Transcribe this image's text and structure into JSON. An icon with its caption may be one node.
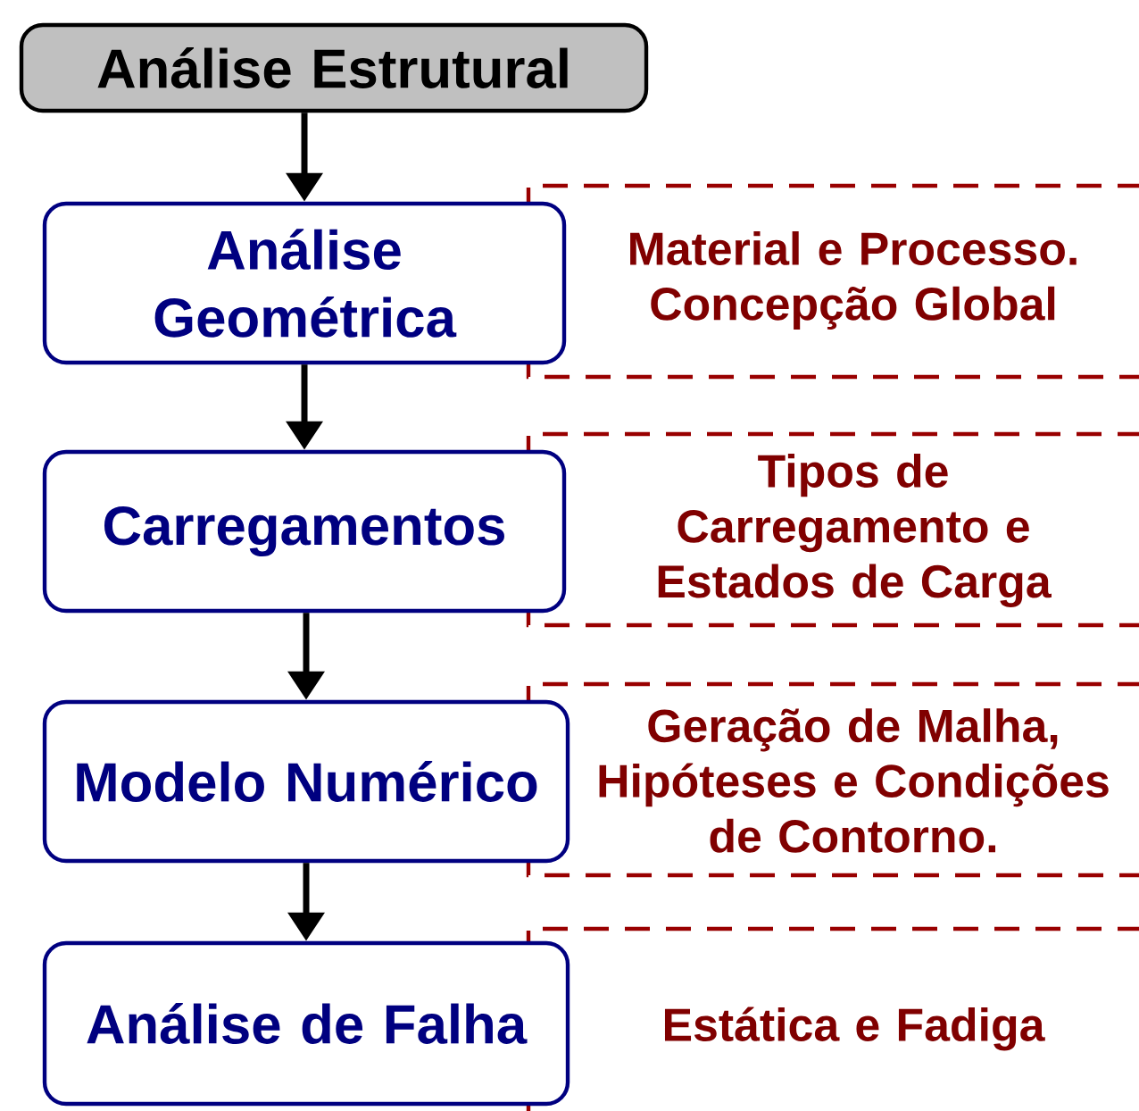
{
  "diagram": {
    "nodes": [
      {
        "text": [
          "Análise Estrutural"
        ]
      },
      {
        "text": [
          "Análise Geométrica"
        ]
      },
      {
        "text": [
          "Carregamentos"
        ]
      },
      {
        "text": [
          "Modelo Numérico"
        ]
      },
      {
        "text": [
          "Análise de Falha"
        ]
      },
      {
        "text": [
          "Material e Processo. Concepção Global"
        ]
      },
      {
        "text": [
          "Tipos de Carregamento e Estados de Carga"
        ]
      },
      {
        "text": [
          "Geração de Malha, Hipóteses e Condições de Contorno."
        ]
      },
      {
        "text": [
          "Estática e Fadiga"
        ]
      }
    ],
    "edges": [
      {
        "from": 0,
        "to": 1,
        "arrow": "to"
      },
      {
        "from": 1,
        "to": 2,
        "arrow": "to"
      },
      {
        "from": 2,
        "to": 3,
        "arrow": "to"
      },
      {
        "from": 3,
        "to": 4,
        "arrow": "to"
      }
    ]
  }
}
